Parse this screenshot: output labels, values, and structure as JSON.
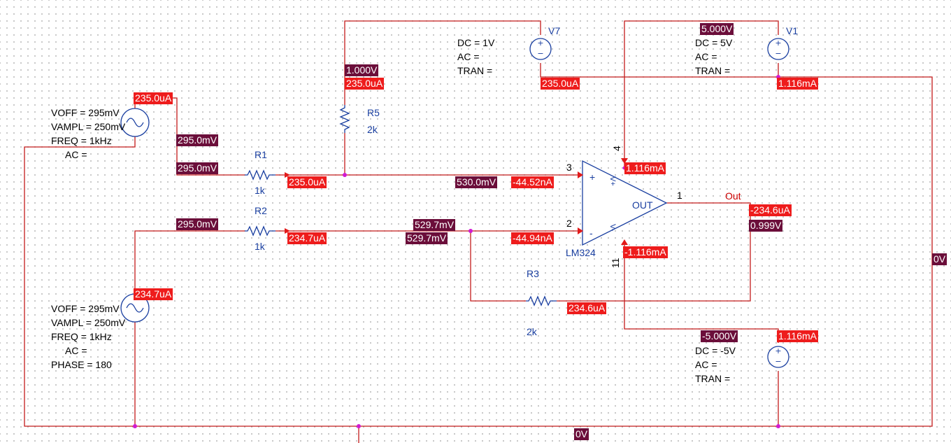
{
  "sources": {
    "v7": {
      "name": "V7",
      "dc": "DC = 1V",
      "ac": "AC =",
      "tran": "TRAN ="
    },
    "v1": {
      "name": "V1",
      "dc": "DC = 5V",
      "ac": "AC =",
      "tran": "TRAN ="
    },
    "vneg": {
      "dc": "DC = -5V",
      "ac": "AC =",
      "tran": "TRAN ="
    },
    "sin_top": {
      "voff": "VOFF = 295mV",
      "vampl": "VAMPL = 250mV",
      "freq": "FREQ = 1kHz",
      "ac": "AC ="
    },
    "sin_bottom": {
      "voff": "VOFF = 295mV",
      "vampl": "VAMPL = 250mV",
      "freq": "FREQ = 1kHz",
      "ac": "AC =",
      "phase": "PHASE = 180"
    }
  },
  "components": {
    "r1": {
      "name": "R1",
      "value": "1k"
    },
    "r2": {
      "name": "R2",
      "value": "1k"
    },
    "r3": {
      "name": "R3",
      "value": "2k"
    },
    "r5": {
      "name": "R5",
      "value": "2k"
    },
    "opamp": {
      "part": "LM324",
      "out_label": "OUT",
      "plus": "+",
      "minus": "-",
      "vplus": "V+",
      "vminus": "V-",
      "pin1": "1",
      "pin2": "2",
      "pin3": "3",
      "pin4": "4",
      "pin11": "11"
    },
    "out_net": "Out"
  },
  "markers": {
    "i_v7": "235.0uA",
    "i_r5": "235.0uA",
    "v_r5_top": "1.000V",
    "v_v1": "5.000V",
    "i_v1": "1.116mA",
    "i_sin1": "235.0uA",
    "v_sin1_a": "295.0mV",
    "v_sin1_b": "295.0mV",
    "i_r1": "235.0uA",
    "v_plus": "530.0mV",
    "i_plus": "-44.52nA",
    "i_pin4": "1.116mA",
    "i_out": "-234.6uA",
    "v_out": "0.999V",
    "v_r2_left": "295.0mV",
    "i_r2": "234.7uA",
    "v_minus_a": "529.7mV",
    "v_minus_b": "529.7mV",
    "i_minus": "-44.94nA",
    "i_pin11": "-1.116mA",
    "i_sin2": "234.7uA",
    "i_r3": "234.6uA",
    "v_vneg": "-5.000V",
    "i_vneg": "1.116mA",
    "v_gnd_right": "0V",
    "v_gnd_bottom": "0V"
  }
}
